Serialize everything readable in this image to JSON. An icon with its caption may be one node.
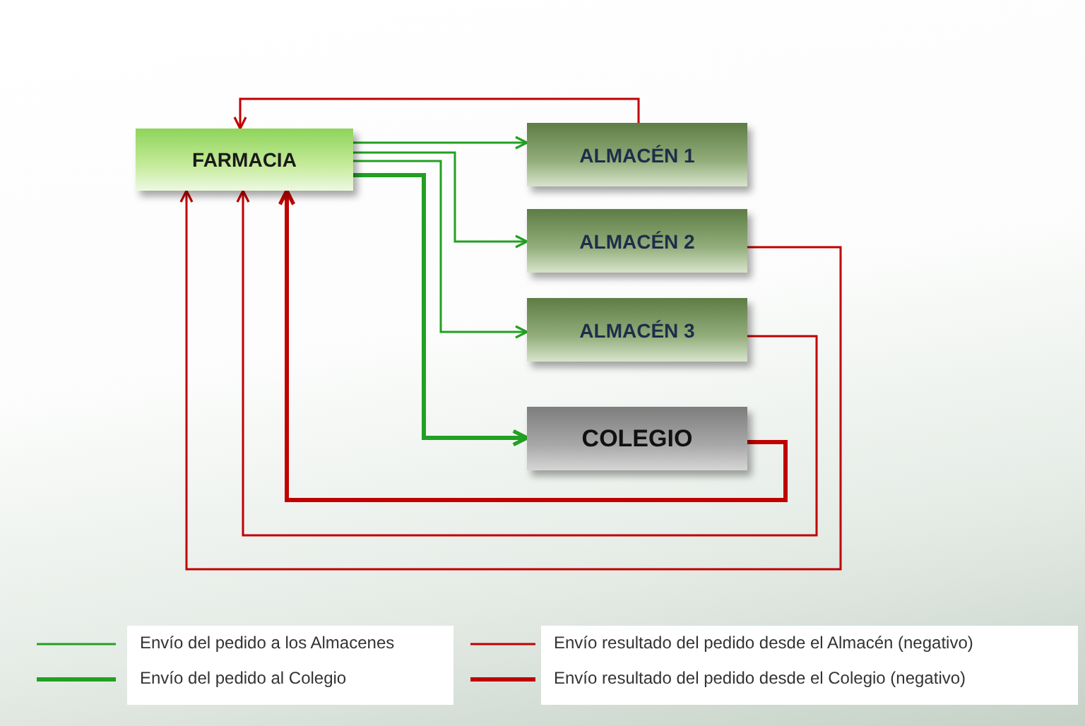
{
  "diagram": {
    "nodes": [
      {
        "text": [
          "FARMACIA"
        ]
      },
      {
        "text": [
          "ALMACÉN 1"
        ]
      },
      {
        "text": [
          "ALMACÉN 2"
        ]
      },
      {
        "text": [
          "ALMACÉN 3"
        ]
      },
      {
        "text": [
          "COLEGIO"
        ]
      }
    ],
    "edges": [
      {
        "from": 0,
        "to": 1,
        "arrow": "to"
      },
      {
        "from": 0,
        "to": 2,
        "arrow": "to"
      },
      {
        "from": 0,
        "to": 3,
        "arrow": "to"
      },
      {
        "from": 0,
        "to": 4,
        "arrow": "to",
        "style": "thick"
      },
      {
        "from": 1,
        "to": 0,
        "arrow": "to",
        "color": "#c00000"
      },
      {
        "from": 2,
        "to": 0,
        "arrow": "to",
        "color": "#c00000"
      },
      {
        "from": 3,
        "to": 0,
        "arrow": "to",
        "color": "#c00000"
      },
      {
        "from": 4,
        "to": 0,
        "arrow": "to",
        "color": "#c00000",
        "style": "thick"
      }
    ],
    "legend": [
      {
        "text": "Envío del pedido a los Almacenes"
      },
      {
        "text": "Envío resultado del pedido desde el Almacén (negativo)"
      },
      {
        "text": "Envío del pedido al Colegio"
      },
      {
        "text": "Envío resultado del pedido desde el Colegio (negativo)"
      }
    ]
  }
}
